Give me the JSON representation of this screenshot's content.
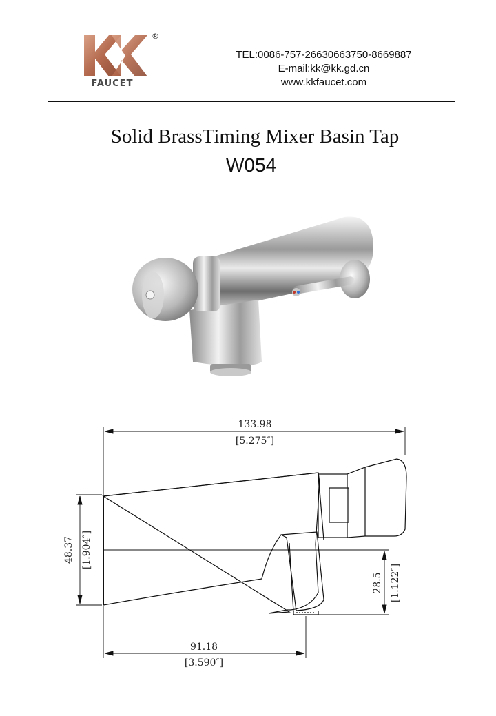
{
  "header": {
    "brand_mark": "KK",
    "brand_word": "FAUCET",
    "registered": "®",
    "tel": "TEL:0086-757-26630663750-8669887",
    "email": "E-mail:kk@kk.gd.cn",
    "website": "www.kkfaucet.com"
  },
  "product": {
    "title": "Solid BrassTiming Mixer Basin Tap",
    "model": "W054"
  },
  "dimensions": {
    "overall_length_mm": "133.98",
    "overall_length_in": "[5.275″]",
    "height_mm": "48.37",
    "height_in": "[1.904″]",
    "outlet_height_mm": "28.5",
    "outlet_height_in": "[1.122″]",
    "outlet_distance_mm": "91.18",
    "outlet_distance_in": "[3.590″]"
  },
  "colors": {
    "logo_copper": "#c07b5f",
    "ink": "#111111"
  }
}
